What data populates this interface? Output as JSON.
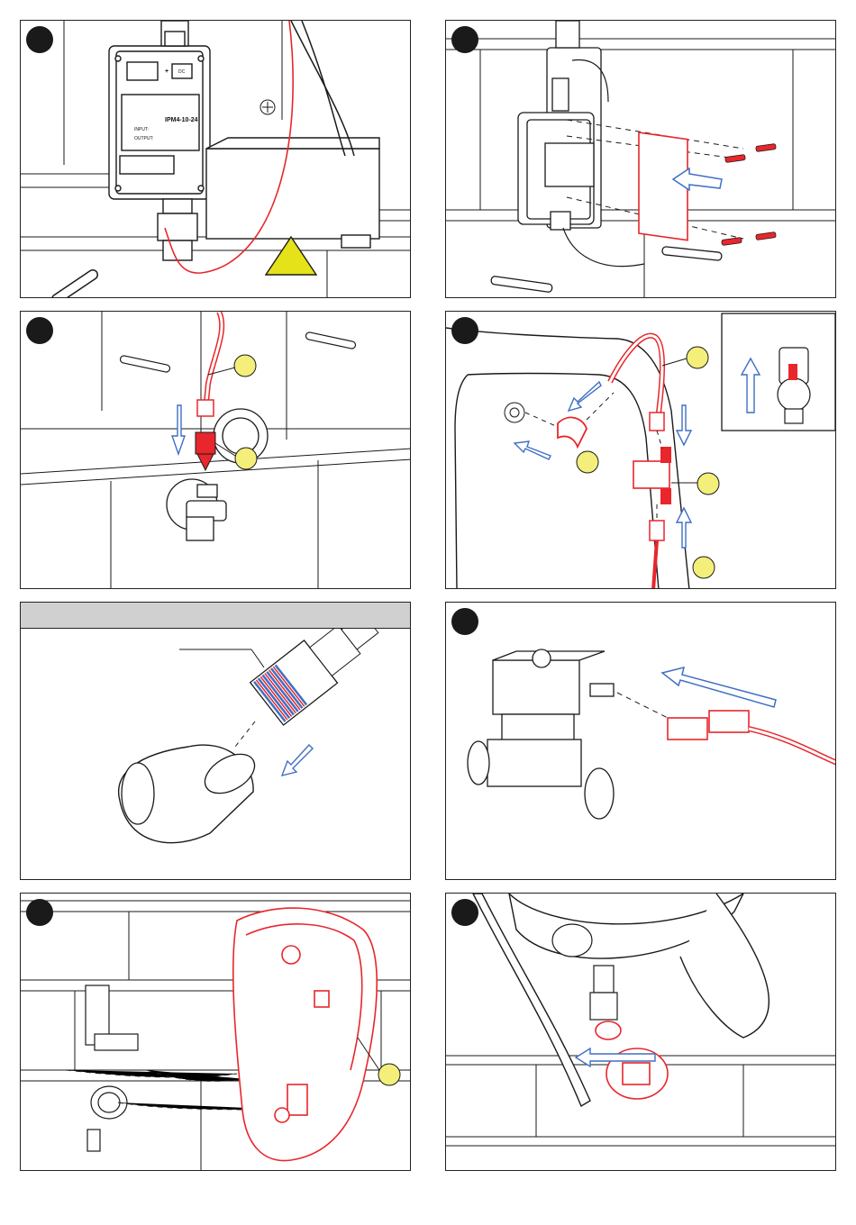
{
  "document": {
    "title": "",
    "steps": [
      {
        "id": 1,
        "callouts": 0,
        "has_warning": true
      },
      {
        "id": 2,
        "callouts": 0,
        "has_warning": false
      },
      {
        "id": 3,
        "callouts": 2,
        "has_warning": false
      },
      {
        "id": 4,
        "callouts": 4,
        "has_warning": false,
        "has_inset": true
      },
      {
        "id": 5,
        "callouts": 0,
        "has_header_bar": true
      },
      {
        "id": 6,
        "callouts": 0,
        "has_warning": false
      },
      {
        "id": 7,
        "callouts": 1,
        "has_warning": false
      },
      {
        "id": 8,
        "callouts": 0,
        "has_warning": false
      }
    ]
  },
  "psu_labels": {
    "model": "IPM4-10-24",
    "input": "INPUT:",
    "output": "OUTPUT:",
    "terminal_plus": "+",
    "terminal_dc": "DC"
  },
  "colors": {
    "outline": "#1a1a1a",
    "highlight_red": "#e8262b",
    "arrow_blue": "#3f6fc4",
    "callout_yellow": "#f3ef7a",
    "warning_yellow": "#e6e21a",
    "header_gray": "#d0d0d0"
  },
  "icons": [
    "step-number-dot",
    "warning-triangle-icon",
    "direction-arrow-icon",
    "callout-circle-icon"
  ]
}
